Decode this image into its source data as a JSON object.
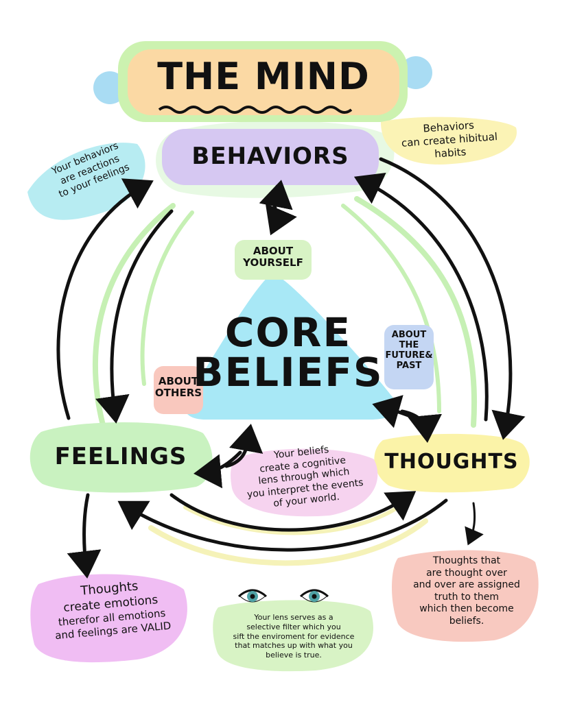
{
  "title": "THE MIND",
  "nodes": {
    "behaviors": "BEHAVIORS",
    "feelings": "FEELINGS",
    "thoughts": "THOUGHTS",
    "core_line1": "CORE",
    "core_line2": "BELIEFS"
  },
  "tags": {
    "about_yourself_1": "ABOUT",
    "about_yourself_2": "YOURSELF",
    "about_others_1": "ABOUT",
    "about_others_2": "OTHERS",
    "about_future_1": "ABOUT",
    "about_future_2": "THE",
    "about_future_3": "FUTURE&",
    "about_future_4": "PAST"
  },
  "notes": {
    "behaviors_habits": [
      "Behaviors",
      "can create hibitual",
      "habits"
    ],
    "behaviors_reactions": [
      "Your behaviors",
      "are reactions",
      "to your feelings"
    ],
    "beliefs_lens": [
      "Your beliefs",
      "create a cognitive",
      "lens through which",
      "you interpret the events",
      "of your world."
    ],
    "thoughts_emotions": [
      "Thoughts",
      "create emotions",
      "therefor all emotions",
      "and feelings are VALID"
    ],
    "lens_filter": [
      "Your lens serves as a",
      "selective filter which you",
      "sift the enviroment for evidence",
      "that matches up with what you",
      "believe is true."
    ],
    "thoughts_truth": [
      "Thoughts that",
      "are thought over",
      "and over are assigned",
      "truth to them",
      "which then become",
      "beliefs."
    ]
  },
  "colors": {
    "title_bg": "#fbd9a4",
    "title_dots": "#a9dcf3",
    "title_border": "#ccf2b0",
    "behaviors_bg": "#d6c8f2",
    "core_bg": "#a8e8f6",
    "feelings_bg": "#c9f2c0",
    "thoughts_bg": "#fbf3a8",
    "note_blue": "#b7ecf2",
    "note_yellow": "#fbf3b5",
    "note_pink": "#f6d3ef",
    "note_purple": "#f0bdf3",
    "note_green": "#d8f3c5",
    "note_red": "#f8c9c0",
    "tag_green": "#d8f3c5",
    "tag_red": "#f9c8be",
    "tag_blue": "#c4d6f3",
    "arrow": "#111111",
    "ring_green": "#c6f0b4",
    "ring_yellow": "#f5f2b8",
    "eye_iris": "#4fa3a6"
  }
}
